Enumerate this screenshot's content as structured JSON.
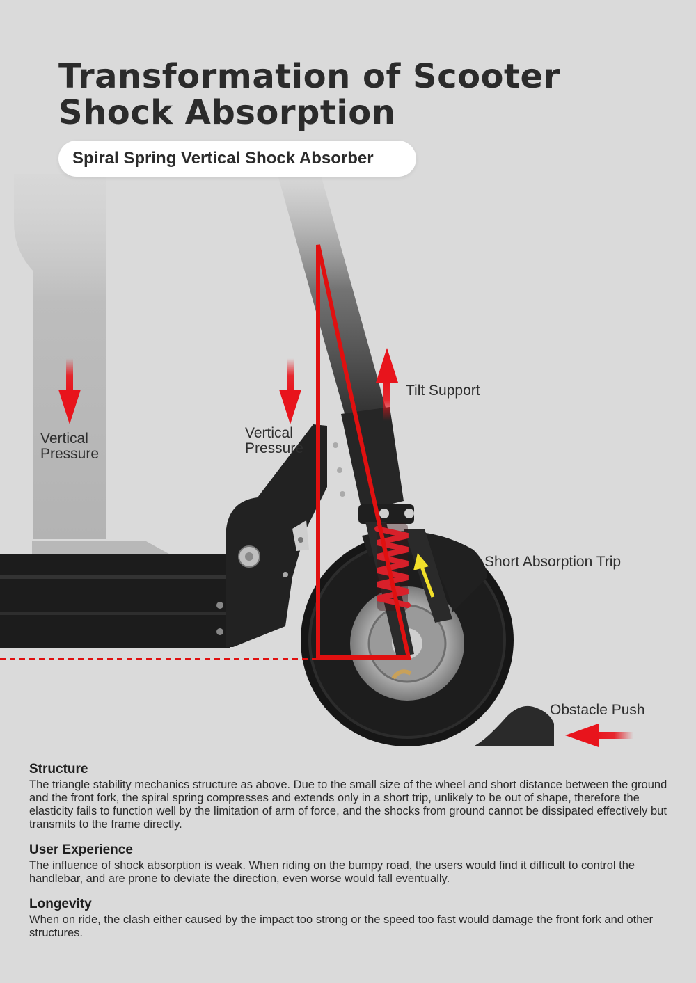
{
  "header": {
    "title_line1": "Transformation of Scooter",
    "title_line2": "Shock Absorption",
    "subtitle": "Spiral Spring Vertical Shock Absorber"
  },
  "labels": {
    "left_pressure_line1": "Vertical",
    "left_pressure_line2": "Pressure",
    "center_pressure_line1": "Vertical",
    "center_pressure_line2": "Pressure",
    "tilt_support": "Tilt Support",
    "short_trip": "Short Absorption Trip",
    "obstacle_push": "Obstacle Push"
  },
  "sections": [
    {
      "heading": "Structure",
      "body": "The triangle stability mechanics structure as above. Due to the small size of the wheel and short distance between the ground and the front fork, the spiral spring compresses and extends only in a short trip, unlikely to be out of shape, therefore the elasticity fails to function well by the limitation of arm of force, and the shocks from ground cannot be dissipated effectively but transmits to the frame directly."
    },
    {
      "heading": "User Experience",
      "body": "The influence of shock absorption is weak. When riding on the bumpy road, the users would find it difficult to control the handlebar, and are prone to deviate the direction, even worse would fall eventually."
    },
    {
      "heading": "Longevity",
      "body": "When on ride, the clash either caused by the impact too strong or the speed too fast would damage the front fork and other structures."
    }
  ],
  "colors": {
    "background": "#dadada",
    "arrow_red": "#e8141c",
    "triangle_red": "#e01010",
    "spring_red": "#d8202a",
    "arrow_yellow": "#f2e02a",
    "scooter_black": "#1c1c1c"
  }
}
